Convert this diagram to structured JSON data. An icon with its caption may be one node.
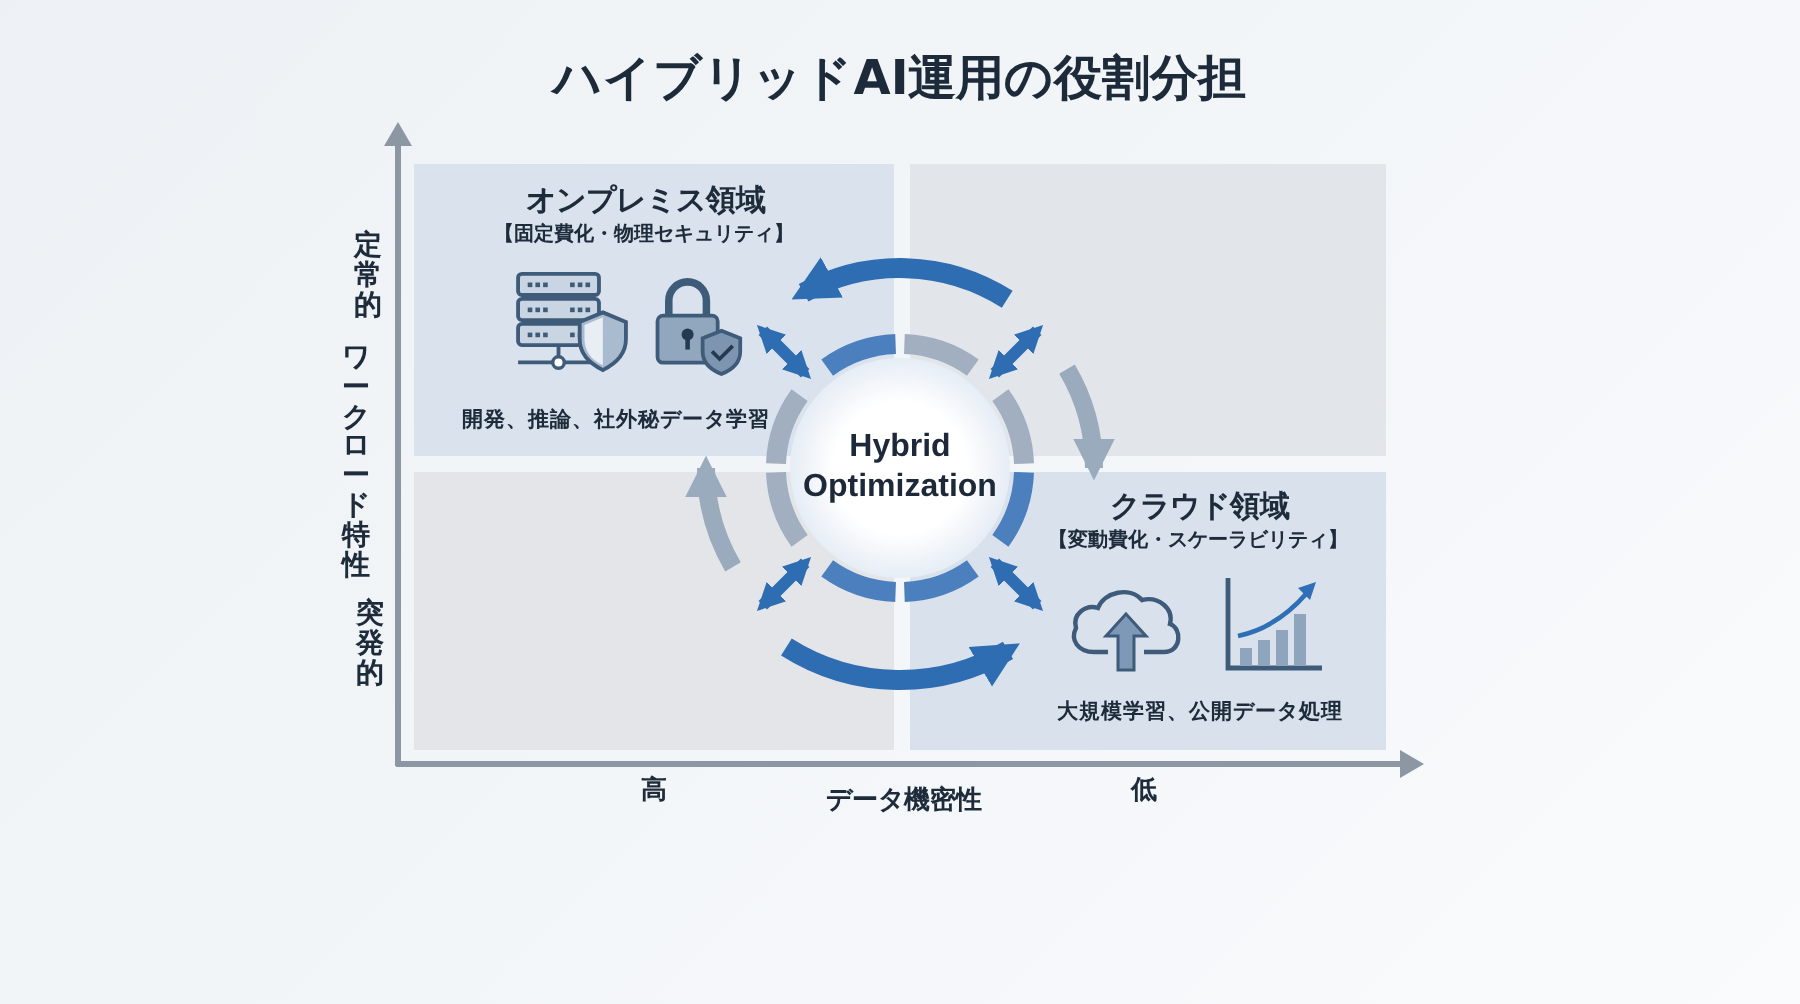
{
  "diagram": {
    "title": "ハイブリッドAI運用の役割分担",
    "nodes": [
      {
        "text": [
          "オンプレミス領域",
          "【固定費化・物理セキュリティ】",
          "開発、推論、社外秘データ学習"
        ]
      },
      {
        "text": [],
        "shape": "box"
      },
      {
        "text": [
          "Hybrid Optimization"
        ]
      },
      {
        "text": [],
        "shape": "box"
      },
      {
        "text": [
          "クラウド領域",
          "【変動費化・スケーラビリティ】",
          "大規模学習、公開データ処理"
        ]
      }
    ],
    "edges": [
      {
        "from": 2,
        "to": 0,
        "arrow": "both"
      },
      {
        "from": 2,
        "to": 1,
        "arrow": "both"
      },
      {
        "from": 2,
        "to": 3,
        "arrow": "both"
      },
      {
        "from": 2,
        "to": 4,
        "arrow": "both"
      },
      {
        "from": 1,
        "to": 0,
        "arrow": "to"
      },
      {
        "from": 1,
        "to": 4,
        "arrow": "to",
        "color": "#9aabbd"
      },
      {
        "from": 3,
        "to": 0,
        "arrow": "to",
        "color": "#9aabbd"
      },
      {
        "from": 3,
        "to": 4,
        "arrow": "to"
      }
    ],
    "labels": [
      "定常的",
      "ワークロード特性",
      "突発的",
      "高",
      "データ機密性",
      "低"
    ]
  }
}
